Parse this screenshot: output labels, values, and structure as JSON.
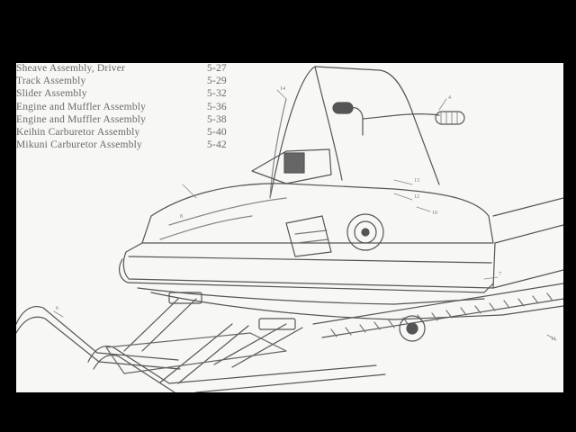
{
  "toc": {
    "entries": [
      {
        "title": "Sheave Assembly, Driver",
        "page": "5-27"
      },
      {
        "title": "Track Assembly",
        "page": "5-29"
      },
      {
        "title": "Slider Assembly",
        "page": "5-32"
      },
      {
        "title": "Engine and Muffler Assembly",
        "page": "5-36"
      },
      {
        "title": "Engine and Muffler Assembly",
        "page": "5-38"
      },
      {
        "title": "Keihin Carburetor Assembly",
        "page": "5-40"
      },
      {
        "title": "Mikuni Carburetor Assembly",
        "page": "5-42"
      }
    ]
  },
  "drawing": {
    "subject": "snowmobile line illustration",
    "callouts": [
      "4",
      "6",
      "7",
      "8",
      "10",
      "11",
      "12",
      "13",
      "14"
    ]
  }
}
